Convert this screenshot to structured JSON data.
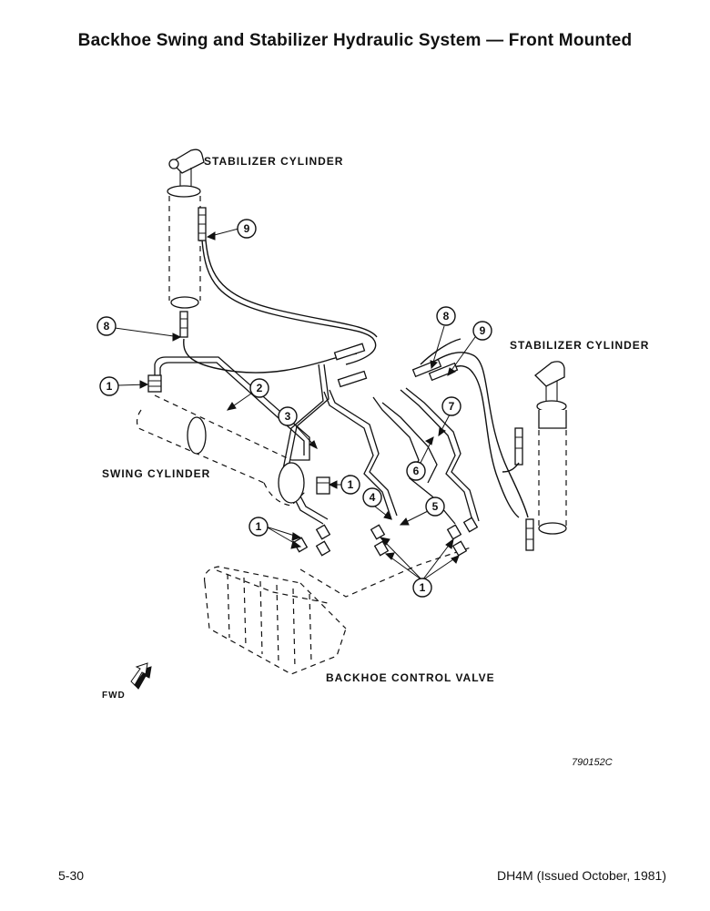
{
  "page": {
    "title": "Backhoe Swing and Stabilizer Hydraulic System — Front Mounted",
    "footer_left": "5-30",
    "footer_right": "DH4M (Issued October, 1981)",
    "figure_number": "790152C"
  },
  "labels": {
    "stabilizer_left": "STABILIZER CYLINDER",
    "stabilizer_right": "STABILIZER CYLINDER",
    "swing_cylinder": "SWING CYLINDER",
    "control_valve": "BACKHOE CONTROL VALVE",
    "fwd": "FWD"
  },
  "callouts": {
    "c1a": "1",
    "c1b": "1",
    "c1c": "1",
    "c1d": "1",
    "c2": "2",
    "c3": "3",
    "c4": "4",
    "c5": "5",
    "c6": "6",
    "c7": "7",
    "c8a": "8",
    "c8b": "8",
    "c9a": "9",
    "c9b": "9"
  }
}
